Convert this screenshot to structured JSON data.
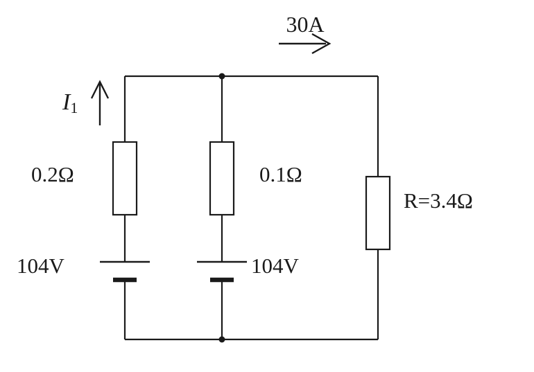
{
  "diagram": {
    "type": "circuit-diagram",
    "labels": {
      "top_current": "30A",
      "branch_current_symbol": "I",
      "branch_current_subscript": "1",
      "left_internal_resistance": "0.2Ω",
      "middle_internal_resistance": "0.1Ω",
      "load_resistance": "R=3.4Ω",
      "left_battery_voltage": "104V",
      "middle_battery_voltage": "104V"
    },
    "colors": {
      "line": "#1a1a1a",
      "background": "#ffffff"
    }
  }
}
